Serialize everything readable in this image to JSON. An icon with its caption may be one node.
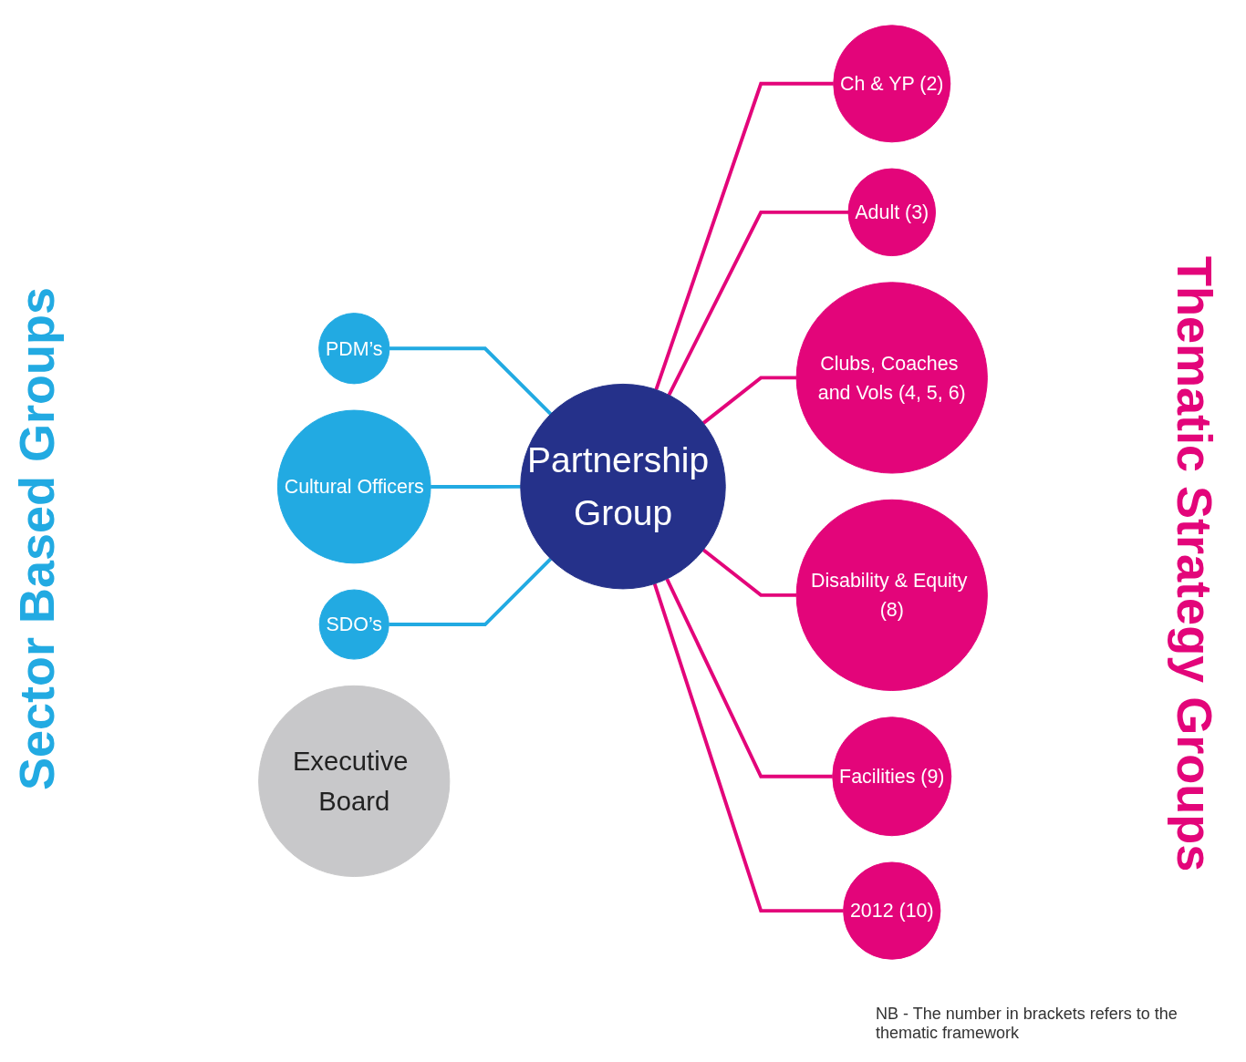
{
  "diagram": {
    "nodes": [
      {
        "text": [
          "PDM’s"
        ]
      },
      {
        "text": [
          "Cultural Officers"
        ]
      },
      {
        "text": [
          "SDO’s"
        ]
      },
      {
        "text": [
          "Partnership Group"
        ]
      },
      {
        "text": [
          "Executive Board"
        ]
      },
      {
        "text": [
          "Ch & YP (2)"
        ]
      },
      {
        "text": [
          "Adult (3)"
        ]
      },
      {
        "text": [
          "Clubs, Coaches and Vols (4, 5, 6)"
        ]
      },
      {
        "text": [
          "Disability & Equity (8)"
        ]
      },
      {
        "text": [
          "Facilities (9)"
        ]
      },
      {
        "text": [
          "2012 (10)"
        ]
      }
    ],
    "edges": [
      {
        "from": 0,
        "to": 3,
        "arrow": "none",
        "color": "#22aae2"
      },
      {
        "from": 1,
        "to": 3,
        "arrow": "none",
        "color": "#22aae2"
      },
      {
        "from": 2,
        "to": 3,
        "arrow": "none",
        "color": "#22aae2"
      },
      {
        "from": 3,
        "to": 5,
        "arrow": "none"
      },
      {
        "from": 3,
        "to": 6,
        "arrow": "none"
      },
      {
        "from": 3,
        "to": 7,
        "arrow": "none"
      },
      {
        "from": 3,
        "to": 8,
        "arrow": "none"
      },
      {
        "from": 3,
        "to": 9,
        "arrow": "none"
      },
      {
        "from": 3,
        "to": 10,
        "arrow": "none"
      }
    ],
    "labels": [
      "Sector Based Groups",
      "Thematic Strategy Groups",
      "NB - The number in brackets refers to the thematic framework"
    ]
  }
}
